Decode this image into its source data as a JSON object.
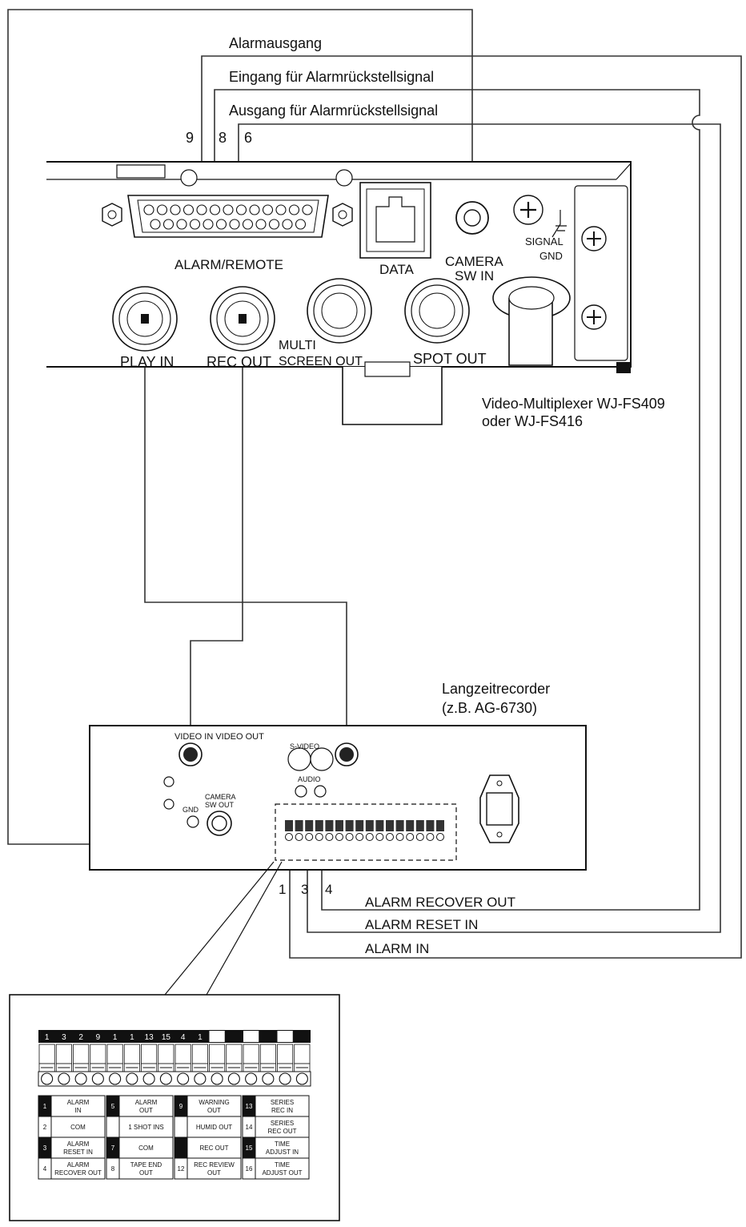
{
  "signals": {
    "alarm_output": "Alarmausgang",
    "reset_input": "Eingang für Alarmrückstellsignal",
    "reset_output": "Ausgang für Alarmrückstellsignal"
  },
  "pins": {
    "p9": "9",
    "p8": "8",
    "p6": "6"
  },
  "multiplexer": {
    "alarm_remote": "ALARM/REMOTE",
    "data": "DATA",
    "camera_sw_in_1": "CAMERA",
    "camera_sw_in_2": "SW IN",
    "signal": "SIGNAL",
    "gnd": "GND",
    "play_in": "PLAY IN",
    "rec_out": "REC OUT",
    "multi_1": "MULTI",
    "multi_2": "SCREEN OUT",
    "spot_out": "SPOT OUT",
    "caption_1": "Video-Multiplexer WJ-FS409",
    "caption_2": "oder WJ-FS416"
  },
  "recorder": {
    "caption_1": "Langzeitrecorder",
    "caption_2": "(z.B. AG-6730)",
    "video_in_out": "VIDEO IN VIDEO OUT",
    "s_video": "S-VIDEO",
    "audio": "AUDIO",
    "gnd": "GND",
    "camera_sw_out_1": "CAMERA",
    "camera_sw_out_2": "SW OUT"
  },
  "terminals": {
    "t1": "1",
    "t3": "3",
    "t4": "4"
  },
  "outputs": {
    "alarm_recover_out": "ALARM RECOVER OUT",
    "alarm_reset_in": "ALARM RESET IN",
    "alarm_in": "ALARM IN"
  },
  "detail": {
    "strip_numbers": [
      "1",
      "3",
      "2",
      "9",
      "1",
      "1",
      "13",
      "15",
      "4",
      "1"
    ],
    "table": [
      [
        {
          "num": "1",
          "l1": "ALARM",
          "l2": "IN",
          "dark": true
        },
        {
          "num": "5",
          "l1": "ALARM",
          "l2": "OUT",
          "dark": true
        },
        {
          "num": "9",
          "l1": "WARNING",
          "l2": "OUT",
          "dark": true
        },
        {
          "num": "13",
          "l1": "SERIES",
          "l2": "REC IN",
          "dark": true
        }
      ],
      [
        {
          "num": "2",
          "l1": "COM",
          "l2": "",
          "dark": false
        },
        {
          "num": "",
          "l1": "1 SHOT INS",
          "l2": "",
          "dark": false
        },
        {
          "num": "",
          "l1": "HUMID OUT",
          "l2": "",
          "dark": false
        },
        {
          "num": "14",
          "l1": "SERIES",
          "l2": "REC OUT",
          "dark": false
        }
      ],
      [
        {
          "num": "3",
          "l1": "ALARM",
          "l2": "RESET IN",
          "dark": true
        },
        {
          "num": "7",
          "l1": "COM",
          "l2": "",
          "dark": true
        },
        {
          "num": "",
          "l1": "REC OUT",
          "l2": "",
          "dark": true
        },
        {
          "num": "15",
          "l1": "TIME",
          "l2": "ADJUST IN",
          "dark": true
        }
      ],
      [
        {
          "num": "4",
          "l1": "ALARM",
          "l2": "RECOVER OUT",
          "dark": false
        },
        {
          "num": "8",
          "l1": "TAPE END",
          "l2": "OUT",
          "dark": false
        },
        {
          "num": "12",
          "l1": "REC REVIEW",
          "l2": "OUT",
          "dark": false
        },
        {
          "num": "16",
          "l1": "TIME",
          "l2": "ADJUST OUT",
          "dark": false
        }
      ]
    ]
  }
}
